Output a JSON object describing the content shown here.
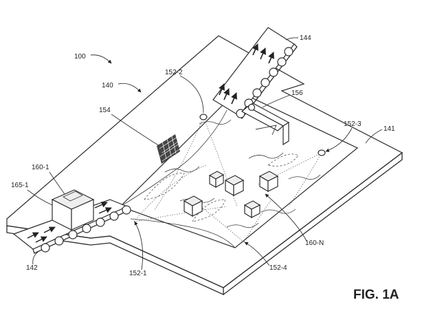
{
  "figure": {
    "caption": "FIG. 1A"
  },
  "labels": {
    "l100": "100",
    "l140": "140",
    "l141": "141",
    "l142": "142",
    "l144": "144",
    "l152_1": "152-1",
    "l152_2": "152-2",
    "l152_3": "152-3",
    "l152_4": "152-4",
    "l154": "154",
    "l156": "156",
    "l160_1": "160-1",
    "l160_N": "160-N",
    "l165_1": "165-1"
  },
  "colors": {
    "line": "#2b2b2b",
    "background": "#ffffff"
  }
}
